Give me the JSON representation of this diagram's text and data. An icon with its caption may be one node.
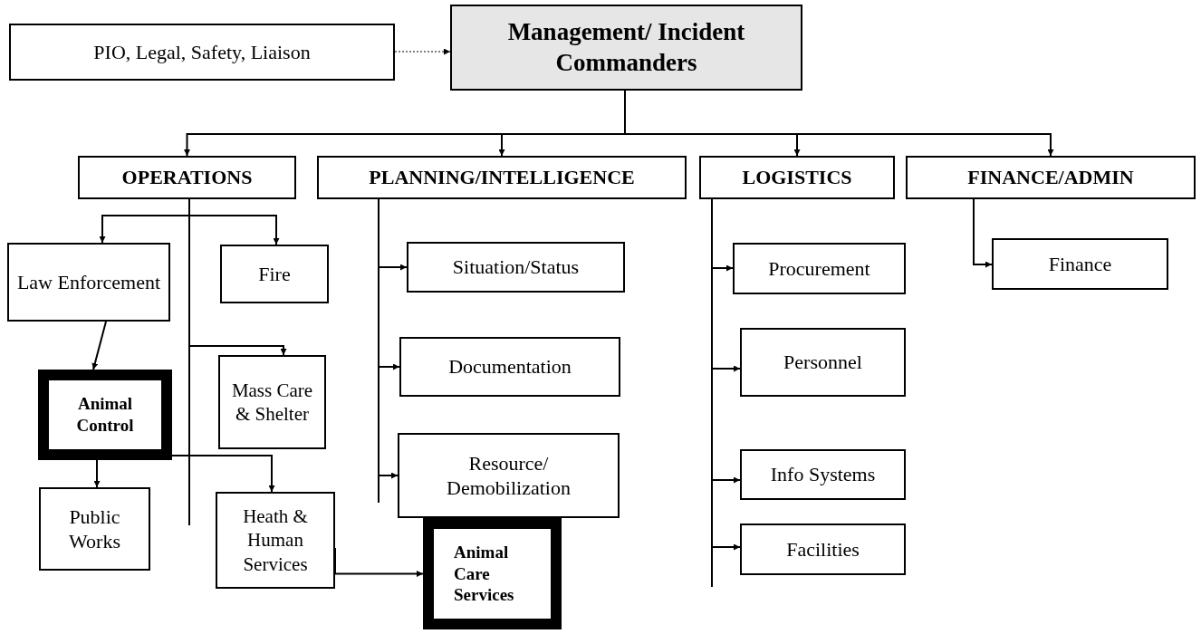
{
  "diagram": {
    "nodes": [
      {
        "text": [
          "PIO, Legal, Safety, Liaison"
        ]
      },
      {
        "text": [
          "Management/ Incident Commanders"
        ]
      },
      {
        "text": [
          "OPERATIONS"
        ]
      },
      {
        "text": [
          "PLANNING/INTELLIGENCE"
        ]
      },
      {
        "text": [
          "LOGISTICS"
        ]
      },
      {
        "text": [
          "FINANCE/ADMIN"
        ]
      },
      {
        "text": [
          "Law Enforcement"
        ]
      },
      {
        "text": [
          "Fire"
        ]
      },
      {
        "text": [
          "Animal Control"
        ]
      },
      {
        "text": [
          "Mass Care & Shelter"
        ]
      },
      {
        "text": [
          "Public Works"
        ]
      },
      {
        "text": [
          "Heath & Human Services"
        ]
      },
      {
        "text": [
          "Situation/Status"
        ]
      },
      {
        "text": [
          "Documentation"
        ]
      },
      {
        "text": [
          "Resource/ Demobilization"
        ]
      },
      {
        "text": [
          "Animal Care Services"
        ]
      },
      {
        "text": [
          "Procurement"
        ]
      },
      {
        "text": [
          "Personnel"
        ]
      },
      {
        "text": [
          "Info Systems"
        ]
      },
      {
        "text": [
          "Facilities"
        ]
      },
      {
        "text": [
          "Finance"
        ]
      }
    ],
    "edges": [
      {
        "from": 0,
        "to": 1,
        "arrow": "to",
        "style": "dashed"
      },
      {
        "from": 1,
        "to": 2,
        "arrow": "to"
      },
      {
        "from": 1,
        "to": 3,
        "arrow": "to"
      },
      {
        "from": 1,
        "to": 4,
        "arrow": "to"
      },
      {
        "from": 1,
        "to": 5,
        "arrow": "to"
      },
      {
        "from": 2,
        "to": 6,
        "arrow": "to"
      },
      {
        "from": 2,
        "to": 7,
        "arrow": "to"
      },
      {
        "from": 2,
        "to": 9,
        "arrow": "to"
      },
      {
        "from": 6,
        "to": 8,
        "arrow": "to"
      },
      {
        "from": 8,
        "to": 10,
        "arrow": "to"
      },
      {
        "from": 8,
        "to": 11,
        "arrow": "to"
      },
      {
        "from": 11,
        "to": 15,
        "arrow": "to"
      },
      {
        "from": 3,
        "to": 12,
        "arrow": "to"
      },
      {
        "from": 3,
        "to": 13,
        "arrow": "to"
      },
      {
        "from": 3,
        "to": 14,
        "arrow": "to"
      },
      {
        "from": 4,
        "to": 16,
        "arrow": "to"
      },
      {
        "from": 4,
        "to": 17,
        "arrow": "to"
      },
      {
        "from": 4,
        "to": 18,
        "arrow": "to"
      },
      {
        "from": 4,
        "to": 19,
        "arrow": "to"
      },
      {
        "from": 5,
        "to": 20,
        "arrow": "to"
      }
    ]
  }
}
